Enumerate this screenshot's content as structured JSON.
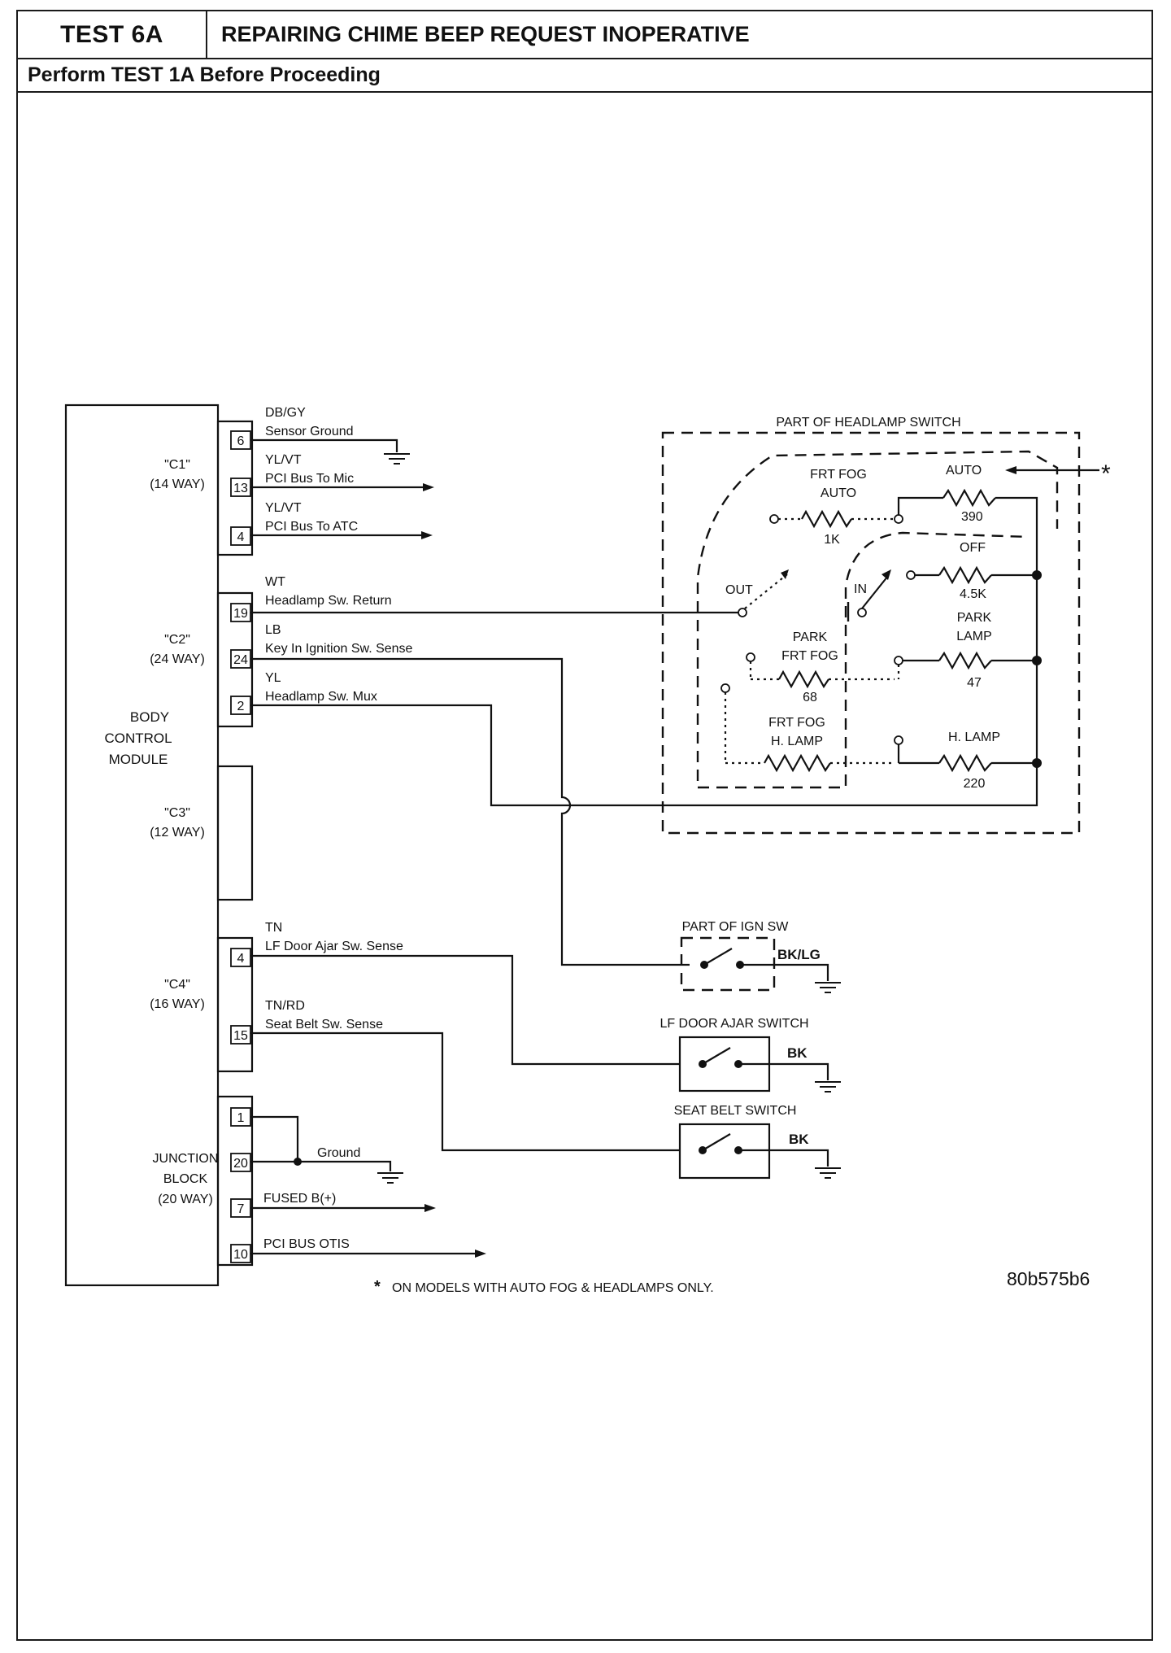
{
  "header": {
    "test_id": "TEST 6A",
    "title": "REPAIRING CHIME BEEP REQUEST INOPERATIVE",
    "subheader": "Perform TEST 1A Before Proceeding"
  },
  "bcm": {
    "label_lines": [
      "BODY",
      "CONTROL",
      "MODULE"
    ],
    "connectors": [
      {
        "name": "\"C1\"",
        "ways": "(14 WAY)"
      },
      {
        "name": "\"C2\"",
        "ways": "(24 WAY)"
      },
      {
        "name": "\"C3\"",
        "ways": "(12 WAY)"
      },
      {
        "name": "\"C4\"",
        "ways": "(16 WAY)"
      }
    ],
    "junction_block": [
      "JUNCTION",
      "BLOCK",
      "(20 WAY)"
    ]
  },
  "pins": {
    "c1": [
      {
        "pin": "6",
        "color": "DB/GY",
        "circuit": "Sensor Ground"
      },
      {
        "pin": "13",
        "color": "YL/VT",
        "circuit": "PCI Bus To Mic"
      },
      {
        "pin": "4",
        "color": "YL/VT",
        "circuit": "PCI Bus To ATC"
      }
    ],
    "c2": [
      {
        "pin": "19",
        "color": "WT",
        "circuit": "Headlamp Sw. Return"
      },
      {
        "pin": "24",
        "color": "LB",
        "circuit": "Key In Ignition Sw. Sense"
      },
      {
        "pin": "2",
        "color": "YL",
        "circuit": "Headlamp Sw. Mux"
      }
    ],
    "c4": [
      {
        "pin": "4",
        "color": "TN",
        "circuit": "LF Door Ajar Sw. Sense"
      },
      {
        "pin": "15",
        "color": "TN/RD",
        "circuit": "Seat Belt Sw. Sense"
      }
    ],
    "jb": [
      {
        "pin": "1",
        "circuit": ""
      },
      {
        "pin": "20",
        "circuit": "Ground"
      },
      {
        "pin": "7",
        "circuit": "FUSED B(+)"
      },
      {
        "pin": "10",
        "circuit": "PCI BUS OTIS"
      }
    ]
  },
  "headlamp_switch": {
    "title": "PART OF HEADLAMP SWITCH",
    "auto_label": "AUTO",
    "auto_value": "390",
    "frt_fog_auto": [
      "FRT FOG",
      "AUTO"
    ],
    "frt_fog_auto_value": "1K",
    "out_label": "OUT",
    "in_label": "IN",
    "off_label": "OFF",
    "off_value": "4.5K",
    "park_frt_fog": [
      "PARK",
      "FRT FOG"
    ],
    "park_frt_fog_value": "68",
    "park_lamp": [
      "PARK",
      "LAMP"
    ],
    "park_lamp_value": "47",
    "frt_fog_hlamp": [
      "FRT FOG",
      "H. LAMP"
    ],
    "h_lamp": "H. LAMP",
    "h_lamp_value": "220"
  },
  "switches": {
    "ign": {
      "title": "PART OF IGN SW",
      "ground_color": "BK/LG"
    },
    "door": {
      "title": "LF DOOR AJAR SWITCH",
      "ground_color": "BK"
    },
    "belt": {
      "title": "SEAT BELT SWITCH",
      "ground_color": "BK"
    }
  },
  "footnote": {
    "star": "*",
    "text": "ON MODELS WITH AUTO FOG & HEADLAMPS ONLY."
  },
  "figure_id": "80b575b6"
}
